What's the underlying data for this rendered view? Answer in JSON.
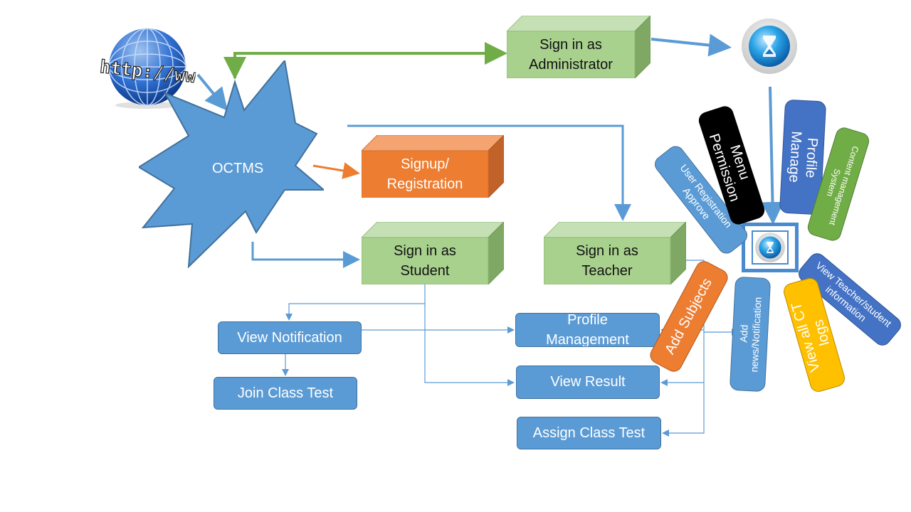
{
  "nodes": {
    "globe_text": "http://www",
    "octms": "OCTMS",
    "admin": "Sign in as\nAdministrator",
    "signup": "Signup/\nRegistration",
    "student": "Sign in as\nStudent",
    "teacher": "Sign in as\nTeacher",
    "view_notification": "View Notification",
    "join_class_test": "Join Class Test",
    "profile_management": "Profile\nManagement",
    "view_result": "View Result",
    "assign_class_test": "Assign Class Test"
  },
  "admin_features": {
    "user_registration": "User Registration\nApprove",
    "menu_permission": "Menu\nPermission",
    "profile_manage": "Profile\nManage",
    "content_management": "Content management\nSystem",
    "view_teacher_student": "View Teacher/student\ninformation",
    "view_all_ct_logs": "View all CT\nlogs",
    "add_news": "Add\nnews/Notification",
    "add_subjects": "Add Subjects"
  },
  "colors": {
    "blue": "#5b9bd5",
    "green_box": "#a9d18e",
    "orange": "#ed7d31",
    "black": "#000000",
    "dark_blue": "#4472c4",
    "green": "#70ad47",
    "yellow": "#ffc000",
    "green_arrow": "#70ad47"
  },
  "icons": [
    "globe-icon",
    "hourglass-icon"
  ]
}
